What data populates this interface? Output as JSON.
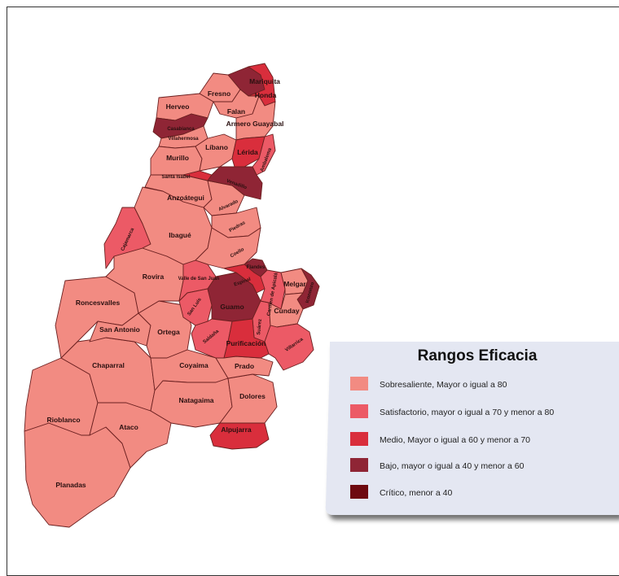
{
  "colors": {
    "sobresaliente": "#f28b82",
    "satisfactorio": "#ec5a66",
    "medio": "#d92e3c",
    "bajo": "#8f2535",
    "critico": "#6e0a10",
    "legend_bg": "#e4e7f2",
    "border": "#6b2020"
  },
  "legend": {
    "title": "Rangos Eficacia",
    "items": [
      {
        "key": "sobresaliente",
        "label": "Sobresaliente, Mayor o igual a 80"
      },
      {
        "key": "satisfactorio",
        "label": "Satisfactorio, mayor o igual a 70 y menor a 80"
      },
      {
        "key": "medio",
        "label": "Medio, Mayor o igual a 60 y menor a 70"
      },
      {
        "key": "bajo",
        "label": "Bajo, mayor o igual a 40 y menor a 60"
      },
      {
        "key": "critico",
        "label": "Crítico, menor a 40"
      }
    ]
  },
  "municipalities": [
    {
      "name": "Mariquita",
      "category": "bajo"
    },
    {
      "name": "Honda",
      "category": "medio"
    },
    {
      "name": "Fresno",
      "category": "sobresaliente"
    },
    {
      "name": "Herveo",
      "category": "sobresaliente"
    },
    {
      "name": "Falan",
      "category": "sobresaliente"
    },
    {
      "name": "Armero Guayabal",
      "category": "sobresaliente"
    },
    {
      "name": "Casabianca",
      "category": "bajo"
    },
    {
      "name": "Villahermosa",
      "category": "bajo"
    },
    {
      "name": "Murillo",
      "category": "sobresaliente"
    },
    {
      "name": "Líbano",
      "category": "sobresaliente"
    },
    {
      "name": "Lérida",
      "category": "medio"
    },
    {
      "name": "Ambalema",
      "category": "satisfactorio"
    },
    {
      "name": "Santa Isabel",
      "category": "medio"
    },
    {
      "name": "Venadillo",
      "category": "bajo"
    },
    {
      "name": "Anzoátegui",
      "category": "sobresaliente"
    },
    {
      "name": "Alvarado",
      "category": "sobresaliente"
    },
    {
      "name": "Ibagué",
      "category": "sobresaliente"
    },
    {
      "name": "Piedras",
      "category": "sobresaliente"
    },
    {
      "name": "Cajamarca",
      "category": "satisfactorio"
    },
    {
      "name": "Coello",
      "category": "sobresaliente"
    },
    {
      "name": "Rovira",
      "category": "sobresaliente"
    },
    {
      "name": "Valle de San Juan",
      "category": "satisfactorio"
    },
    {
      "name": "Espinal",
      "category": "medio"
    },
    {
      "name": "Flandes",
      "category": "bajo"
    },
    {
      "name": "Guamo",
      "category": "bajo"
    },
    {
      "name": "San Luis",
      "category": "satisfactorio"
    },
    {
      "name": "Carmen de Apicalá",
      "category": "satisfactorio"
    },
    {
      "name": "Melgar",
      "category": "sobresaliente"
    },
    {
      "name": "Icononzo",
      "category": "bajo"
    },
    {
      "name": "Roncesvalles",
      "category": "sobresaliente"
    },
    {
      "name": "San Antonio",
      "category": "sobresaliente"
    },
    {
      "name": "Ortega",
      "category": "sobresaliente"
    },
    {
      "name": "Saldaña",
      "category": "satisfactorio"
    },
    {
      "name": "Suárez",
      "category": "satisfactorio"
    },
    {
      "name": "Purificación",
      "category": "medio"
    },
    {
      "name": "Cunday",
      "category": "sobresaliente"
    },
    {
      "name": "Villarrica",
      "category": "satisfactorio"
    },
    {
      "name": "Chaparral",
      "category": "sobresaliente"
    },
    {
      "name": "Coyaima",
      "category": "sobresaliente"
    },
    {
      "name": "Prado",
      "category": "sobresaliente"
    },
    {
      "name": "Natagaima",
      "category": "sobresaliente"
    },
    {
      "name": "Dolores",
      "category": "sobresaliente"
    },
    {
      "name": "Rioblanco",
      "category": "sobresaliente"
    },
    {
      "name": "Ataco",
      "category": "sobresaliente"
    },
    {
      "name": "Alpujarra",
      "category": "medio"
    },
    {
      "name": "Planadas",
      "category": "sobresaliente"
    }
  ]
}
